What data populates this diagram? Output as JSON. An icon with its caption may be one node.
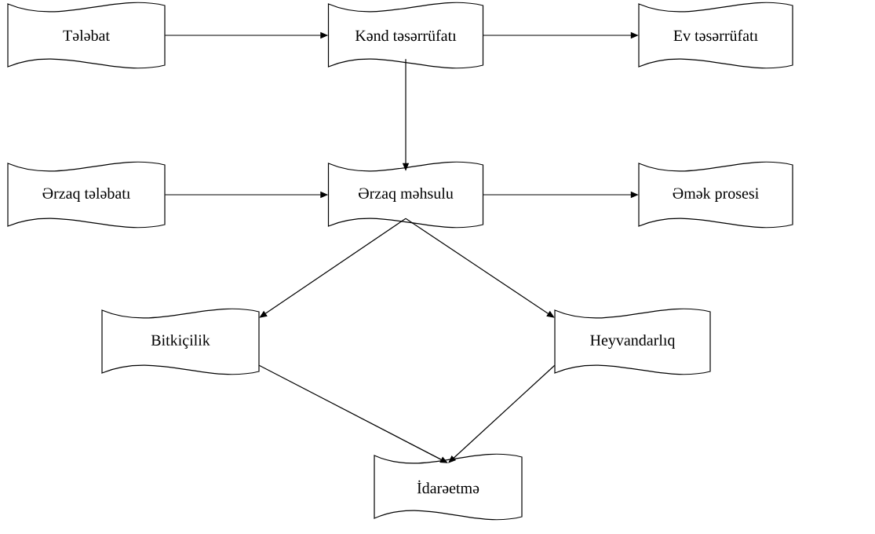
{
  "diagram": {
    "nodes": [
      {
        "text": [
          "Tələbat"
        ]
      },
      {
        "text": [
          "Kənd təsərrüfatı"
        ]
      },
      {
        "text": [
          "Ev təsərrüfatı"
        ]
      },
      {
        "text": [
          "Ərzaq tələbatı"
        ]
      },
      {
        "text": [
          "Ərzaq məhsulu"
        ]
      },
      {
        "text": [
          "Əmək prosesi"
        ]
      },
      {
        "text": [
          "Bitkiçilik"
        ]
      },
      {
        "text": [
          "Heyvandarlıq"
        ]
      },
      {
        "text": [
          "İdarəetmə"
        ]
      }
    ],
    "edges": [
      {
        "from": 0,
        "to": 1,
        "arrow": "to"
      },
      {
        "from": 1,
        "to": 2,
        "arrow": "to"
      },
      {
        "from": 1,
        "to": 4,
        "arrow": "to"
      },
      {
        "from": 3,
        "to": 4,
        "arrow": "to"
      },
      {
        "from": 4,
        "to": 5,
        "arrow": "to"
      },
      {
        "from": 4,
        "to": 6,
        "arrow": "to"
      },
      {
        "from": 4,
        "to": 7,
        "arrow": "to"
      },
      {
        "from": 6,
        "to": 8,
        "arrow": "to"
      },
      {
        "from": 7,
        "to": 8,
        "arrow": "to"
      }
    ]
  }
}
